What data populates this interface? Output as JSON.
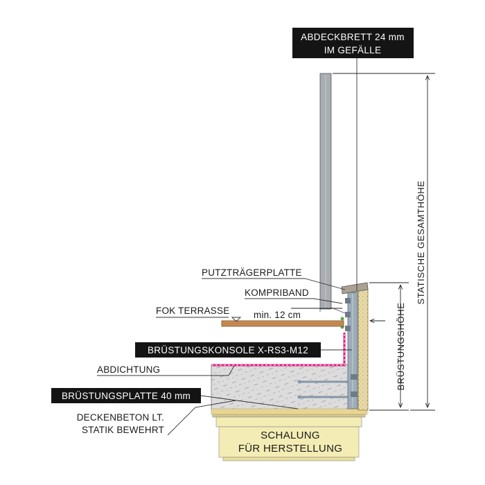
{
  "labels": {
    "abdeckbrett_line1": "ABDECKBRETT 24 mm",
    "abdeckbrett_line2": "IM GEFÄLLE",
    "putztraegerplatte": "PUTZTRÄGERPLATTE",
    "kompriband": "KOMPRIBAND",
    "fok_terrasse": "FOK TERRASSE",
    "min_12cm": "min. 12 cm",
    "bruestungskonsole": "BRÜSTUNGSKONSOLE X-RS3-M12",
    "abdichtung": "ABDICHTUNG",
    "bruestungsplatte": "BRÜSTUNGSPLATTE 40 mm",
    "deckenbeton_line1": "DECKENBETON LT.",
    "deckenbeton_line2": "STATIK BEWEHRT",
    "schalung_line1": "SCHALUNG",
    "schalung_line2": "FÜR HERSTELLUNG",
    "statische_gesamthoehe": "STATISCHE GESAMTHÖHE",
    "bruestungshoehe": "BRÜSTUNGSHÖHE"
  },
  "colors": {
    "label_box": "#141414",
    "concrete": "#d9d9d9",
    "timber": "#c98b55",
    "insulation": "#e7d9a8",
    "formwork": "#f3ecb4",
    "sealing": "#d81b7a",
    "steel": "#9aa7b4",
    "post": "#a9adb2"
  }
}
